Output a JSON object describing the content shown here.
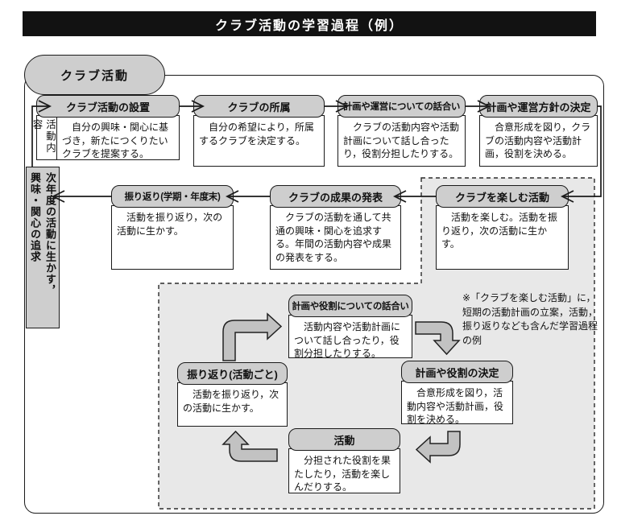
{
  "title": "クラブ活動の学習過程（例）",
  "diagram_label": "クラブ活動",
  "row1_side_label": "活動内容",
  "row1": [
    {
      "title": "クラブ活動の設置",
      "desc": "自分の興味・関心に基づき，新たにつくりたいクラブを提案する。"
    },
    {
      "title": "クラブの所属",
      "desc": "自分の希望により，所属するクラブを決定する。"
    },
    {
      "title": "計画や運営についての話合い",
      "desc": "クラブの活動内容や活動計画について話し合ったり，役割分担したりする。"
    },
    {
      "title": "計画や運営方針の決定",
      "desc": "合意形成を図り，クラブの活動内容や活動計画，役割を決める。"
    }
  ],
  "row2": [
    {
      "title": "振り返り(学期・年度末)",
      "desc": "活動を振り返り，次の活動に生かす。"
    },
    {
      "title": "クラブの成果の発表",
      "desc": "クラブの活動を通して共通の興味・関心を追求する。年間の活動内容や成果の発表をする。"
    },
    {
      "title": "クラブを楽しむ活動",
      "desc": "活動を楽しむ。活動を振り返り，次の活動に生かす。"
    }
  ],
  "feedback_label_col1": "次年度の活動に生かす，",
  "feedback_label_col2": "興味・関心の追求",
  "cycle": {
    "note": "※「クラブを楽しむ活動」に，短期の活動計画の立案，活動，振り返りなども含んだ学習過程の例",
    "steps": [
      {
        "title": "計画や役割についての話合い",
        "desc": "活動内容や活動計画について話し合ったり，役割分担したりする。"
      },
      {
        "title": "計画や役割の決定",
        "desc": "合意形成を図り，活動内容や活動計画，役割を決める。"
      },
      {
        "title": "活動",
        "desc": "分担された役割を果たしたり，活動を楽しんだりする。"
      },
      {
        "title": "振り返り(活動ごと)",
        "desc": "活動を振り返り，次の活動に生かす。"
      }
    ]
  },
  "colors": {
    "banner_bg": "#121212",
    "banner_text": "#ffffff",
    "box_header_fill": "#cecece",
    "box_border": "#1a1a1a",
    "desc_fill": "#ffffff",
    "dashed_region_fill": "#e8e8e8",
    "block_arrow_fill": "#c2c2c2",
    "line_color": "#1a1a1a"
  }
}
